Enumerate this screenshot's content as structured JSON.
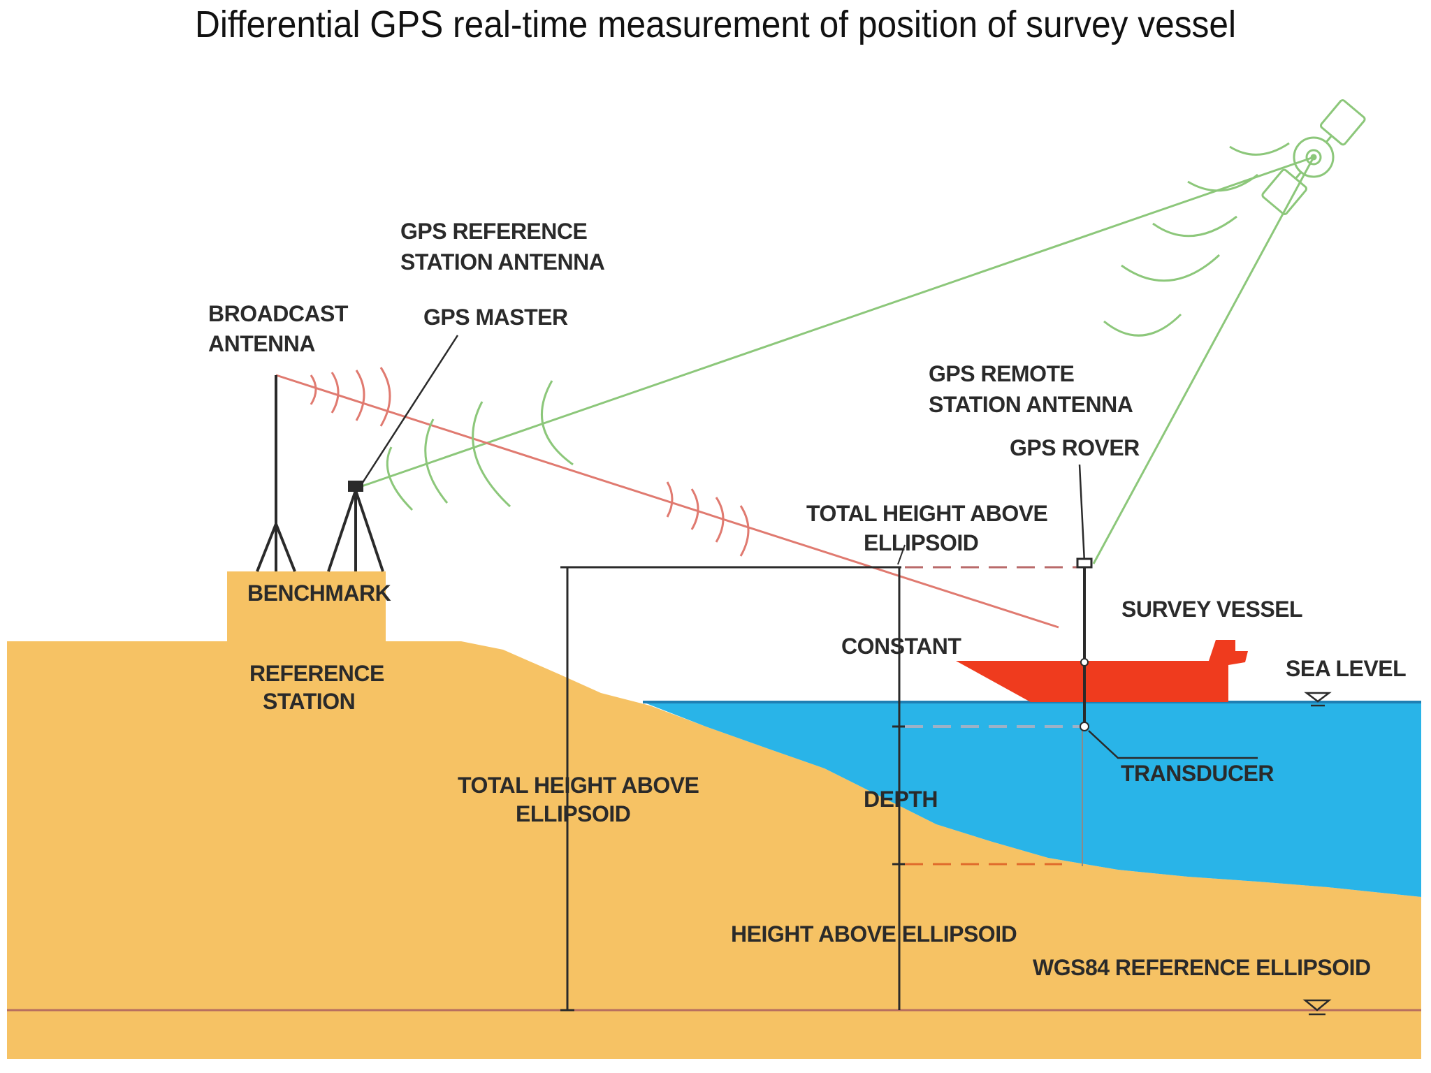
{
  "title": "Differential GPS real-time measurement of position of survey vessel",
  "colors": {
    "land": "#f6c264",
    "sea": "#29b4e8",
    "sea_surface": "#1f7fb4",
    "vessel": "#ef3b1e",
    "satellite_line": "#8cc77a",
    "broadcast_line": "#e07a70",
    "ink": "#2a2a2a",
    "dashed_ref": "#b96a6a",
    "dashed_transducer": "#9db1c6",
    "dashed_seabed": "#e06b2b"
  },
  "labels": {
    "gps_reference_line1": "GPS REFERENCE",
    "gps_reference_line2": "STATION ANTENNA",
    "broadcast_line1": "BROADCAST",
    "broadcast_line2": "ANTENNA",
    "gps_master": "GPS MASTER",
    "gps_remote_line1": "GPS REMOTE",
    "gps_remote_line2": "STATION ANTENNA",
    "gps_rover": "GPS ROVER",
    "total_height_top_line1": "TOTAL HEIGHT ABOVE",
    "total_height_top_line2": "ELLIPSOID",
    "benchmark": "BENCHMARK",
    "survey_vessel": "SURVEY VESSEL",
    "constant": "CONSTANT",
    "sea_level": "SEA LEVEL",
    "reference_station_line1": "REFERENCE",
    "reference_station_line2": "STATION",
    "transducer": "TRANSDUCER",
    "total_height_left_line1": "TOTAL HEIGHT ABOVE",
    "total_height_left_line2": "ELLIPSOID",
    "depth": "DEPTH",
    "height_above_ellipsoid": "HEIGHT ABOVE ELLIPSOID",
    "wgs84": "WGS84 REFERENCE ELLIPSOID"
  },
  "icons": {
    "satellite": "satellite-icon",
    "tripod": "tripod-icon",
    "sea_level_marker": "water-level-marker-icon",
    "ellipsoid_marker": "ellipsoid-level-marker-icon",
    "signal_waves": "radio-wave-arcs-icon"
  }
}
